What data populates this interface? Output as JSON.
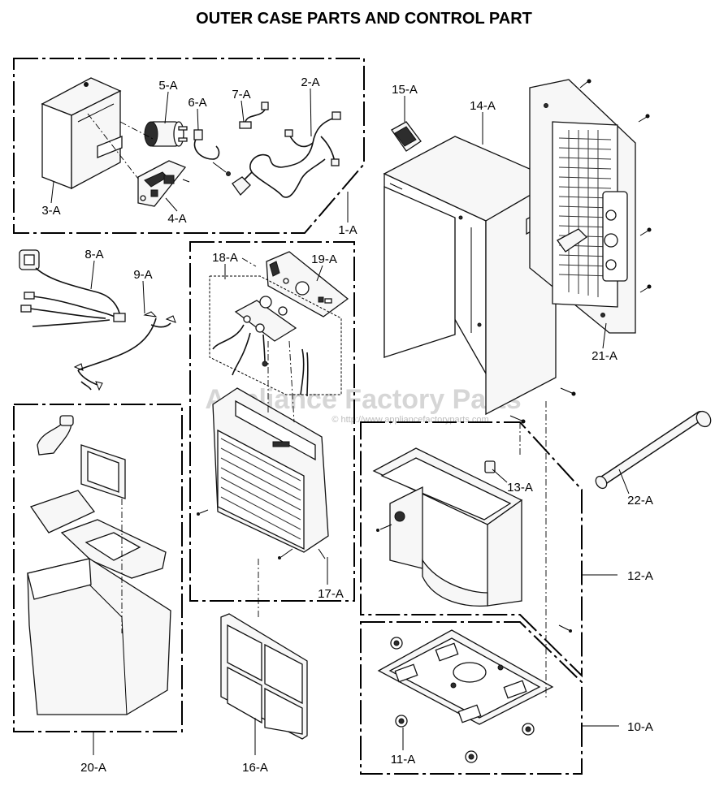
{
  "title": "OUTER CASE PARTS AND CONTROL PART",
  "watermark": {
    "brand": "Appliance Factory Parts",
    "url": "© http://www.appliancefactoryparts.com"
  },
  "labels": {
    "p1": "1-A",
    "p2": "2-A",
    "p3": "3-A",
    "p4": "4-A",
    "p5": "5-A",
    "p6": "6-A",
    "p7": "7-A",
    "p8": "8-A",
    "p9": "9-A",
    "p10": "10-A",
    "p11": "11-A",
    "p12": "12-A",
    "p13": "13-A",
    "p14": "14-A",
    "p15": "15-A",
    "p16": "16-A",
    "p17": "17-A",
    "p18": "18-A",
    "p19": "19-A",
    "p20": "20-A",
    "p21": "21-A",
    "p22": "22-A"
  },
  "colors": {
    "line": "#000000",
    "part_fill": "#f7f7f7",
    "dark": "#2d2d2d",
    "watermark": "#d6d6d6"
  }
}
